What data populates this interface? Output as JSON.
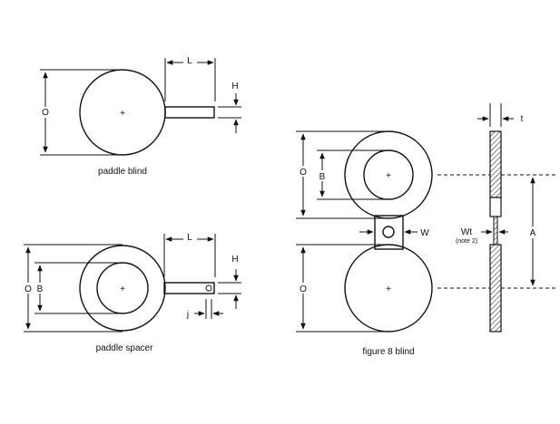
{
  "captions": {
    "paddle_blind": "paddle blind",
    "paddle_spacer": "paddle spacer",
    "figure8_blind": "figure 8 blind"
  },
  "labels": {
    "L": "L",
    "H": "H",
    "O": "O",
    "B": "B",
    "j": "j",
    "W": "W",
    "Wt": "Wt",
    "note2": "(note 2)",
    "A": "A",
    "t": "t",
    "center_mark": "+"
  },
  "colors": {
    "line": "#111111",
    "background": "#ffffff"
  }
}
